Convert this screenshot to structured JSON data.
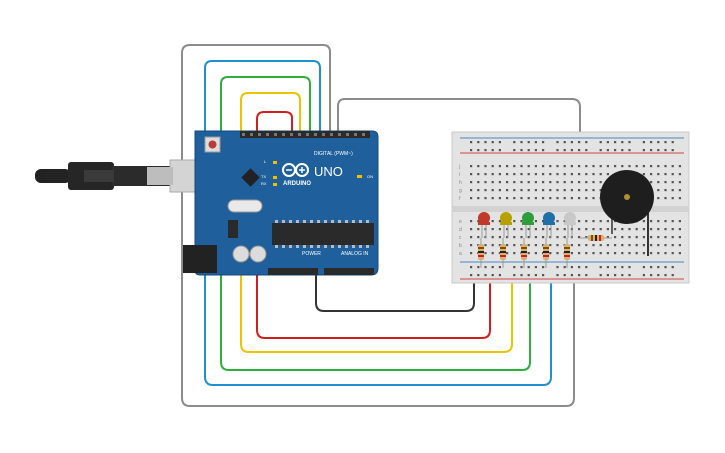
{
  "arduino": {
    "brand": "ARDUINO",
    "model": "UNO",
    "digital_label": "DIGITAL (PWM~)",
    "power_label": "POWER",
    "analog_label": "ANALOG IN",
    "on_label": "ON",
    "l_label": "L",
    "tx_label": "TX",
    "rx_label": "RX",
    "board_color": "#1f5f9c"
  },
  "breadboard": {
    "row_letters_top": [
      "j",
      "i",
      "h",
      "g",
      "f"
    ],
    "row_letters_bottom": [
      "e",
      "d",
      "c",
      "b",
      "a"
    ],
    "columns": 30
  },
  "components": {
    "leds": [
      {
        "name": "red-led",
        "color": "#c0392b"
      },
      {
        "name": "yellow-led",
        "color": "#b8a000"
      },
      {
        "name": "green-led",
        "color": "#2e9e3a"
      },
      {
        "name": "blue-led",
        "color": "#1f6fa8"
      },
      {
        "name": "white-led",
        "color": "#c8c8c8"
      }
    ],
    "buzzer": "piezo-buzzer",
    "resistor_count": 6
  },
  "wire_colors": {
    "gray": "#8c8c8c",
    "blue": "#1e8fd0",
    "green": "#2fae3a",
    "yellow": "#e8c500",
    "red": "#d11f1f",
    "black": "#333333"
  }
}
